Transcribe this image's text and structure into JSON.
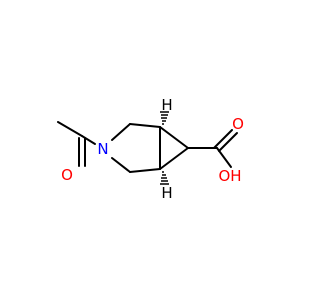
{
  "molecule": {
    "atoms": {
      "nitrogen": {
        "label": "N",
        "color": "#0000ff"
      },
      "ketone_oxygen": {
        "label": "O",
        "color": "#ff0000"
      },
      "acid_carbonyl_oxygen": {
        "label": "O",
        "color": "#ff0000"
      },
      "hydroxyl": {
        "label": "OH",
        "color": "#ff0000"
      },
      "stereo_h_top": {
        "label": "H",
        "color": "#000000"
      },
      "stereo_h_bottom": {
        "label": "H",
        "color": "#000000"
      }
    },
    "bond_color": "#000000"
  }
}
